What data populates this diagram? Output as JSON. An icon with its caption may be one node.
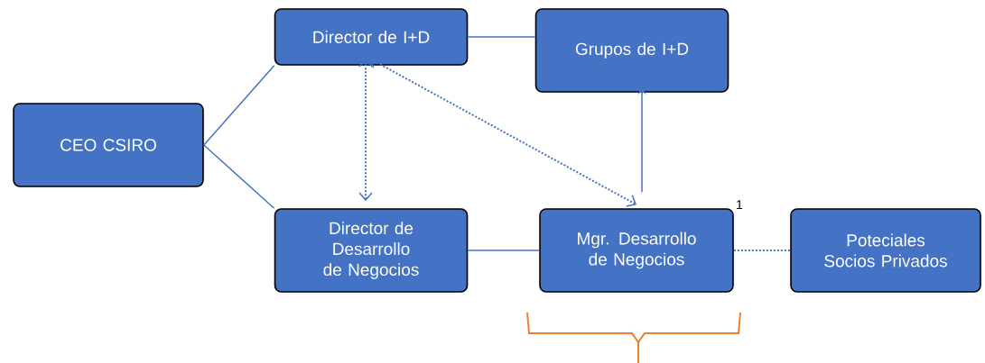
{
  "diagram": {
    "nodes": [
      {
        "text": [
          "CEO CSIRO"
        ]
      },
      {
        "text": [
          "Director de I+D"
        ]
      },
      {
        "text": [
          "Grupos de I+D"
        ]
      },
      {
        "text": [
          "Director de Desarrollo de Negocios"
        ]
      },
      {
        "text": [
          "Mgr. Desarrollo de Negocios"
        ],
        "beside": [
          "1"
        ]
      },
      {
        "text": [
          "Poteciales Socios Privados"
        ]
      }
    ],
    "edges": [
      {
        "from": 0,
        "to": 1,
        "arrow": "none"
      },
      {
        "from": 0,
        "to": 3,
        "arrow": "none"
      },
      {
        "from": 1,
        "to": 2,
        "arrow": "none"
      },
      {
        "from": 3,
        "to": 4,
        "arrow": "none"
      },
      {
        "from": 4,
        "to": 2,
        "arrow": "to"
      },
      {
        "from": 3,
        "to": 1,
        "arrow": "both",
        "style": "dashed"
      },
      {
        "from": 4,
        "to": 1,
        "arrow": "both",
        "style": "dashed"
      },
      {
        "from": 4,
        "to": 5,
        "arrow": "none",
        "style": "dashed"
      }
    ]
  }
}
